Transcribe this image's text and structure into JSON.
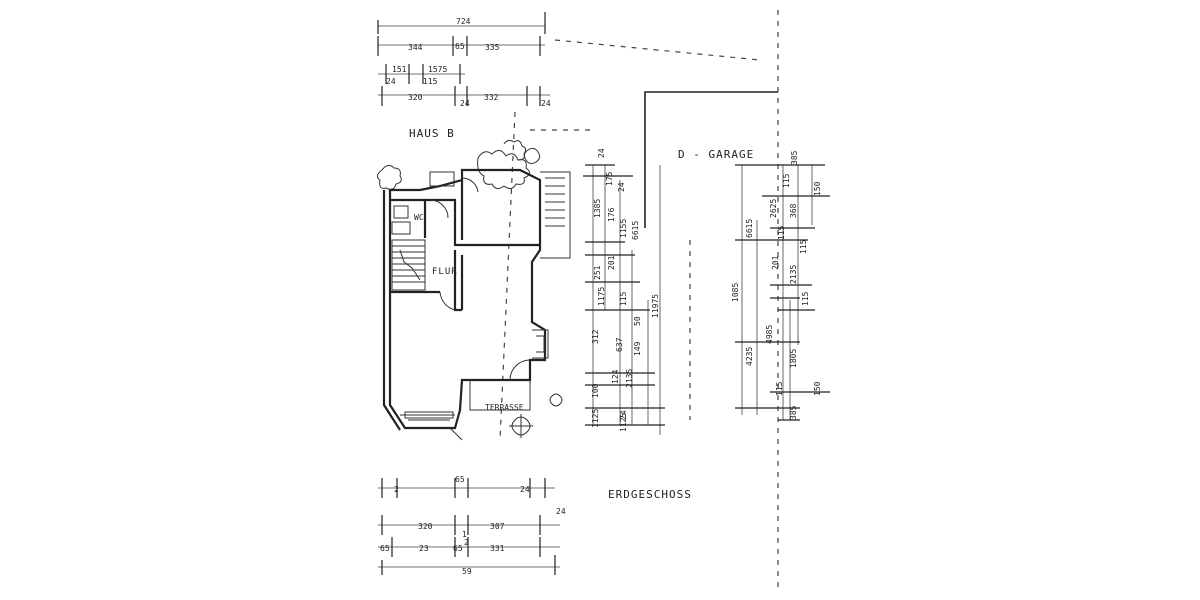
{
  "labels": {
    "house": "HAUS  B",
    "garage": "D - GARAGE",
    "floor": "ERDGESCHOSS",
    "wc": "WC",
    "hallway": "FLUR",
    "terrace": "TERRASSE"
  },
  "top_dims": {
    "overall": "724",
    "a1": "344",
    "a2": "65",
    "a3": "335",
    "b1": "151",
    "b2": "1575",
    "b3": "24",
    "b4": "115",
    "c1": "320",
    "c2": "24",
    "c3": "332",
    "c4": "24"
  },
  "house_vertical_dims": {
    "v1": "24",
    "v2": "1385",
    "v3": "175",
    "v4": "24",
    "v5": "176",
    "v6": "1155",
    "v7": "6615",
    "v8": "251",
    "v9": "201",
    "v10": "115",
    "v11": "1175",
    "v12": "11975",
    "v13": "312",
    "v14": "637",
    "v15": "50",
    "v16": "149",
    "v17": "100",
    "v18": "124",
    "v19": "2135",
    "v20": "1125",
    "v21": "24",
    "v22": "1125"
  },
  "garage_vertical_dims": {
    "g1": "385",
    "g2": "150",
    "g3": "115",
    "g4": "2625",
    "g5": "368",
    "g6": "6615",
    "g7": "115",
    "g8": "115",
    "g9": "1085",
    "g10": "201",
    "g11": "2135",
    "g12": "115",
    "g13": "4235",
    "g14": "4985",
    "g15": "1805",
    "g16": "115",
    "g17": "150",
    "g18": "385"
  },
  "bottom_dims": {
    "d1": "2",
    "d2": "65",
    "d3": "24",
    "d4": "320",
    "d5": "1",
    "d6": "307",
    "d7": "24",
    "d8": "2",
    "d9": "65",
    "d10": "23",
    "d11": "65",
    "d12": "331",
    "overall": "59"
  }
}
